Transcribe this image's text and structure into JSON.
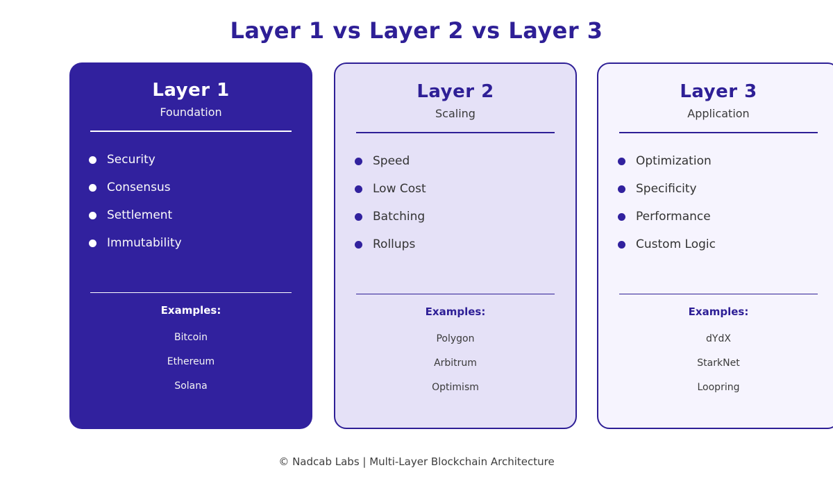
{
  "page": {
    "title": "Layer 1 vs Layer 2 vs Layer 3",
    "footer": "© Nadcab Labs | Multi-Layer Blockchain Architecture"
  },
  "colors": {
    "accent_indigo": "#2E1F96",
    "card1_background": "#31219E",
    "card2_background": "#E5E1F7",
    "card3_background": "#F6F4FE",
    "item_text_dark": "#333333",
    "footer_text": "#3D3D3D",
    "white": "#FFFFFF"
  },
  "cards": [
    {
      "title": "Layer 1",
      "subtitle": "Foundation",
      "items": [
        "Security",
        "Consensus",
        "Settlement",
        "Immutability"
      ],
      "examples_label": "Examples:",
      "examples": [
        "Bitcoin",
        "Ethereum",
        "Solana"
      ]
    },
    {
      "title": "Layer 2",
      "subtitle": "Scaling",
      "items": [
        "Speed",
        "Low Cost",
        "Batching",
        "Rollups"
      ],
      "examples_label": "Examples:",
      "examples": [
        "Polygon",
        "Arbitrum",
        "Optimism"
      ]
    },
    {
      "title": "Layer 3",
      "subtitle": "Application",
      "items": [
        "Optimization",
        "Specificity",
        "Performance",
        "Custom Logic"
      ],
      "examples_label": "Examples:",
      "examples": [
        "dYdX",
        "StarkNet",
        "Loopring"
      ]
    }
  ]
}
